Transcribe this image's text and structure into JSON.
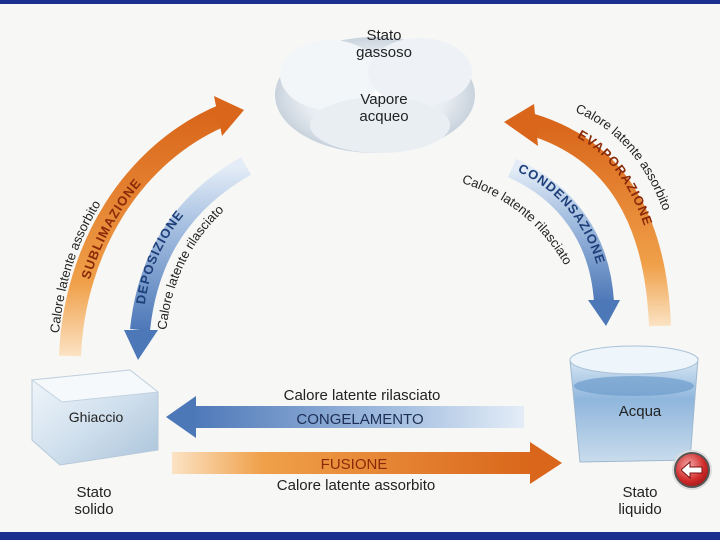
{
  "states": {
    "gas": {
      "line1": "Stato",
      "line2": "gassoso",
      "name_line1": "Vapore",
      "name_line2": "acqueo"
    },
    "solid": {
      "line1": "Stato",
      "line2": "solido",
      "name": "Ghiaccio"
    },
    "liquid": {
      "line1": "Stato",
      "line2": "liquido",
      "name": "Acqua"
    }
  },
  "processes": {
    "sublimazione": {
      "name": "SUBLIMAZIONE",
      "note": "Calore latente assorbito"
    },
    "deposizione": {
      "name": "DEPOSIZIONE",
      "note": "Calore latente rilasciato"
    },
    "evaporazione": {
      "name": "EVAPORAZIONE",
      "note": "Calore latente assorbito"
    },
    "condensazione": {
      "name": "CONDENSAZIONE",
      "note": "Calore latente rilasciato"
    },
    "congelamento": {
      "name": "CONGELAMENTO",
      "note": "Calore latente rilasciato"
    },
    "fusione": {
      "name": "FUSIONE",
      "note": "Calore latente assorbito"
    }
  },
  "colors": {
    "warm_arrow": "#e07a1e",
    "cool_arrow": "#5b86c4",
    "frame": "#1b2f8f",
    "back_button": "#d12a2a"
  },
  "icons": {
    "back": "back-arrow-icon"
  }
}
